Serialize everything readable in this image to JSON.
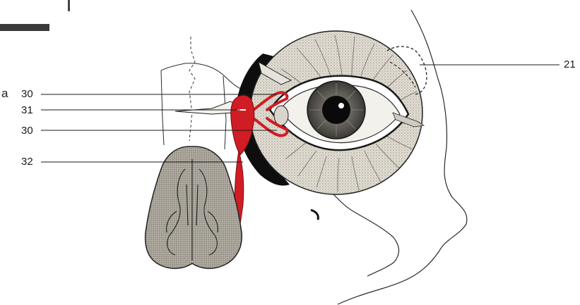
{
  "figure": {
    "panel_letter": "a",
    "labels": {
      "label_30_upper": "30",
      "label_31": "31",
      "label_30_lower": "30",
      "label_32": "32",
      "label_21": "21"
    },
    "colors": {
      "lacrimal_red": "#d01c24",
      "background": "#ffffff",
      "outline": "#1f1f1f",
      "muscle_shade": "#d9d5c8",
      "nose_shade": "#a9a49a"
    }
  }
}
